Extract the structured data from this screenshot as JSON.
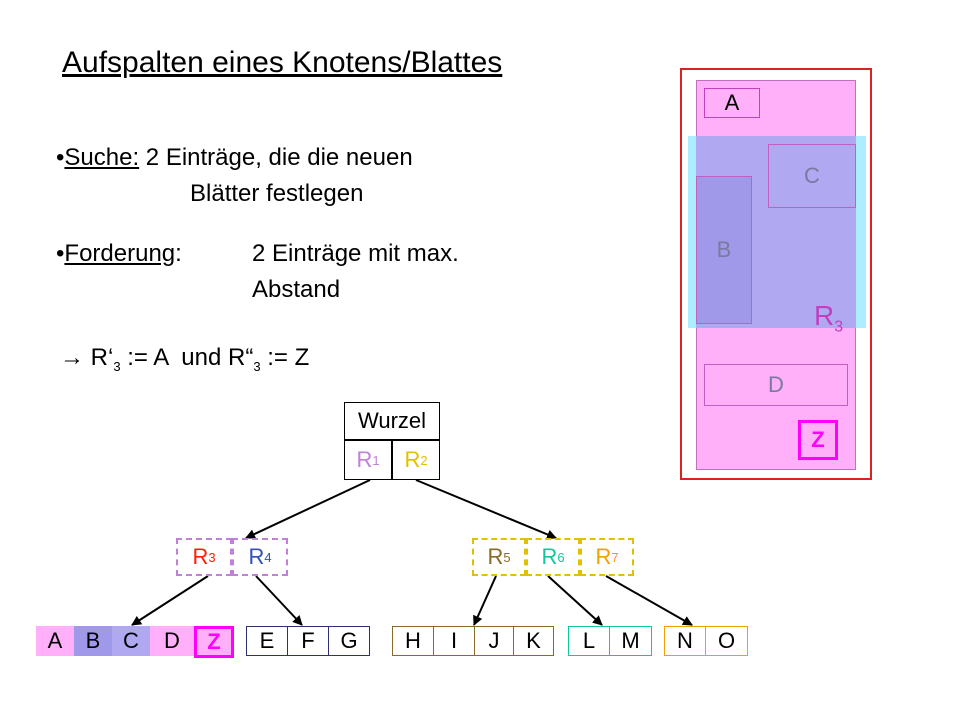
{
  "title": "Aufspalten eines Knotens/Blattes",
  "bullets": {
    "suche_label": "Suche:",
    "suche_text_1": "2 Einträge, die die neuen",
    "suche_text_2": "Blätter festlegen",
    "forderung_label": "Forderung",
    "forderung_colon": ":",
    "forderung_text_1": "2 Einträge mit max.",
    "forderung_text_2": "Abstand",
    "result_arrow": "→",
    "result_r1": "R‘",
    "result_sub1": "3",
    "result_mid": " := A  und R“",
    "result_sub2": "3",
    "result_end": " := Z"
  },
  "tree": {
    "root_label": "Wurzel",
    "root_entries": [
      {
        "main": "R",
        "sub": "1",
        "color": "#c080d8"
      },
      {
        "main": "R",
        "sub": "2",
        "color": "#e0c000"
      }
    ],
    "node_left": [
      {
        "main": "R",
        "sub": "3",
        "color": "#ff2000"
      },
      {
        "main": "R",
        "sub": "4",
        "color": "#3050c0"
      }
    ],
    "node_right": [
      {
        "main": "R",
        "sub": "5",
        "color": "#8a6a2a"
      },
      {
        "main": "R",
        "sub": "6",
        "color": "#10c8a0"
      },
      {
        "main": "R",
        "sub": "7",
        "color": "#f0a000"
      }
    ],
    "leaves": [
      {
        "letters": [
          "A",
          "B",
          "C",
          "D"
        ],
        "color": "#c040c0"
      },
      {
        "letters": [
          "E",
          "F",
          "G"
        ],
        "color": "#303070"
      },
      {
        "letters": [
          "H",
          "I",
          "J",
          "K"
        ],
        "color": "#8a6a2a"
      },
      {
        "letters": [
          "L",
          "M"
        ],
        "color": "#10c8a0"
      },
      {
        "letters": [
          "N",
          "O"
        ],
        "color": "#f0a000"
      }
    ],
    "z_label": "Z"
  },
  "spatial": {
    "label_a": "A",
    "label_b": "B",
    "label_c": "C",
    "label_d": "D",
    "label_z": "Z",
    "label_r3_main": "R",
    "label_r3_sub": "3"
  },
  "colors": {
    "outer_border": "#e02020",
    "pink_fill": "#ffb0f8",
    "cyan_fill": "#90e8ff",
    "blue_fill": "#b0a8f0",
    "z_border": "#ff00ff",
    "z_text": "#ff00ff"
  }
}
